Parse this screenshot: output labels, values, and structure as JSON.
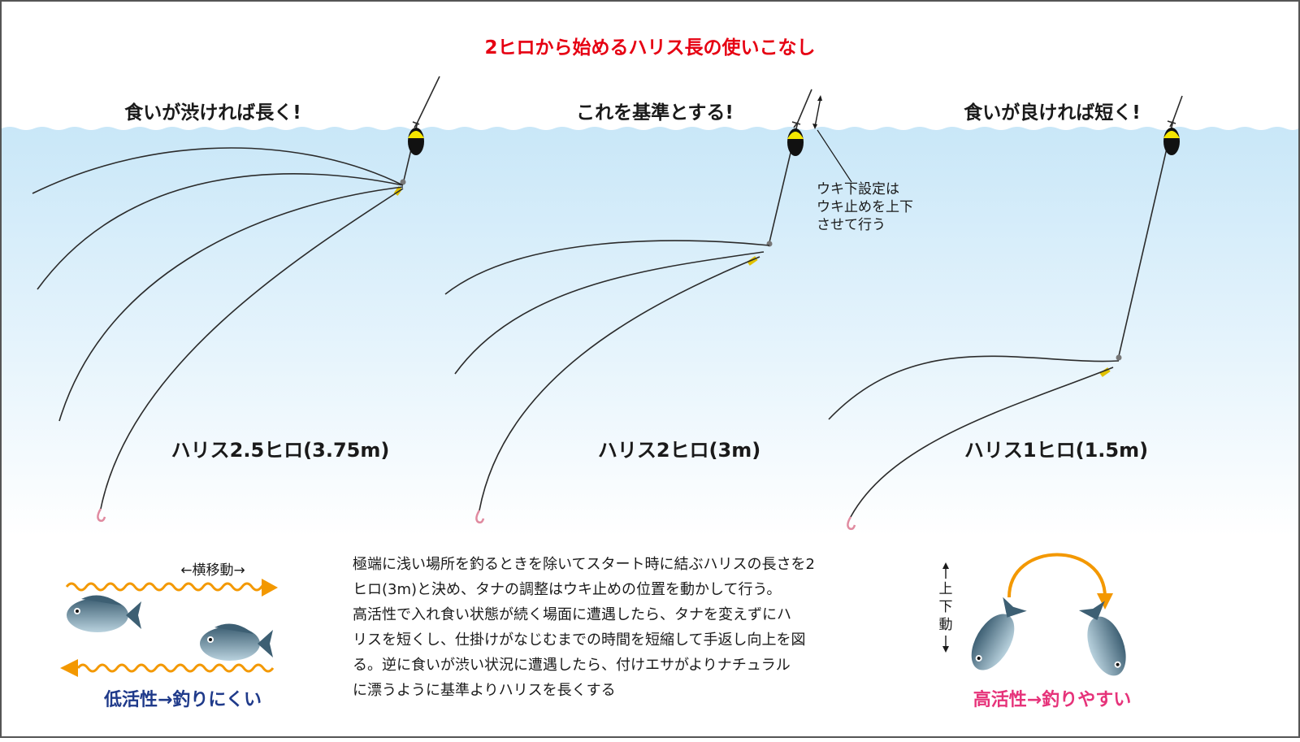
{
  "title": "2ヒロから始めるハリス長の使いこなし",
  "panels": [
    {
      "heading": "食いが渋ければ長く!",
      "length_label": "ハリス2.5ヒロ(3.75m)"
    },
    {
      "heading": "これを基準とする!",
      "length_label": "ハリス2ヒロ(3m)"
    },
    {
      "heading": "食いが良ければ短く!",
      "length_label": "ハリス1ヒロ(1.5m)"
    }
  ],
  "float_note": [
    "ウキ下設定は",
    "ウキ止めを上下",
    "させて行う"
  ],
  "low_activity": {
    "move_label": "←横移動→",
    "caption": "低活性→釣りにくい"
  },
  "high_activity": {
    "move_label": [
      "上",
      "下",
      "動"
    ],
    "caption": "高活性→釣りやすい"
  },
  "description": [
    "極端に浅い場所を釣るときを除いてスタート時に結ぶハリスの長さを2",
    "ヒロ(3m)と決め、タナの調整はウキ止めの位置を動かして行う。",
    "高活性で入れ食い状態が続く場面に遭遇したら、タナを変えずにハ",
    "リスを短くし、仕掛けがなじむまでの時間を短縮して手返し向上を図",
    "る。逆に食いが渋い状況に遭遇したら、付けエサがよりナチュラル",
    "に漂うように基準よりハリスを長くする"
  ],
  "colors": {
    "title": "#e60012",
    "water_top": "#c9e7f8",
    "float_top": "#f5e600",
    "arrow": "#f39800",
    "low_caption": "#1f3a8a",
    "high_caption": "#e6337a"
  }
}
